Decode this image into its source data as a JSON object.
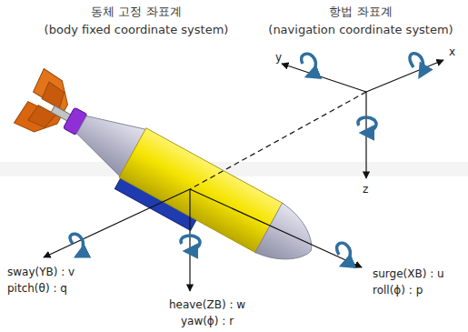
{
  "diagram": {
    "labels": [
      "동체 고정 좌표계",
      "(body fixed coordinate system)",
      "항법 좌표계",
      "(navigation coordinate system)",
      "y",
      "x",
      "z",
      "sway(YB) : v",
      "pitch(θ) : q",
      "heave(ZB) : w",
      "yaw(ϕ) : r",
      "surge(XB) : u",
      "roll(ϕ) : p"
    ]
  }
}
